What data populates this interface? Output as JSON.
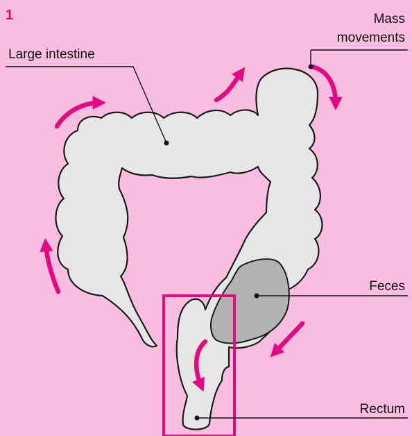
{
  "figure_number": "1",
  "labels": {
    "mass_movements_line1": "Mass",
    "mass_movements_line2": "movements",
    "large_intestine": "Large intestine",
    "feces": "Feces",
    "rectum": "Rectum"
  },
  "colors": {
    "background": "#f9bde0",
    "arrow": "#e5097f",
    "intestine_fill": "#e6e6e6",
    "feces_fill": "#b3b3b3",
    "outline": "#1a1a1a"
  }
}
